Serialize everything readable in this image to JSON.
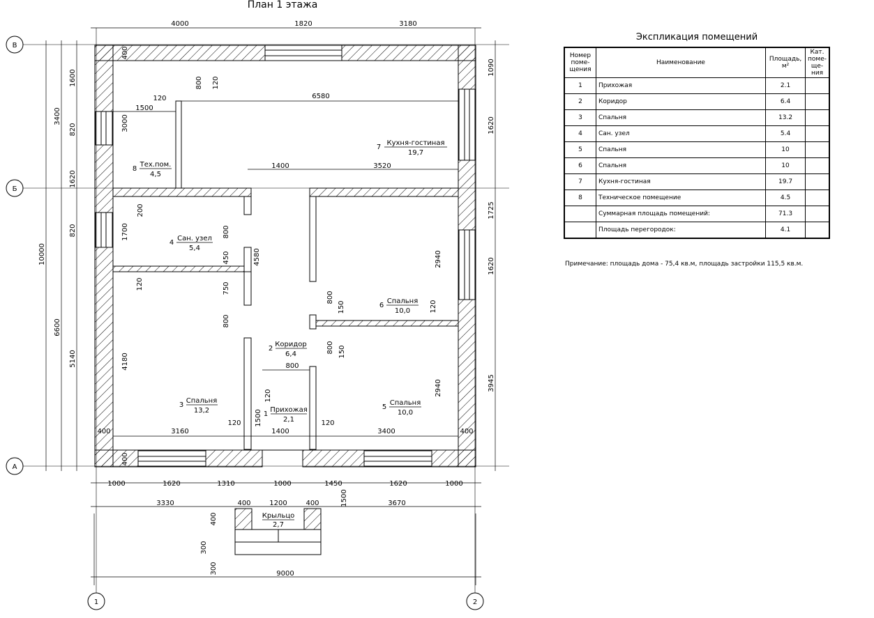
{
  "title": "План 1 этажа",
  "axes": {
    "letters": [
      "В",
      "Б",
      "А"
    ],
    "numbers": [
      "1",
      "2"
    ]
  },
  "dims_top": [
    "4000",
    "1820",
    "3180"
  ],
  "dims_bottom_row1": [
    "1000",
    "1620",
    "1310",
    "1000",
    "1450",
    "1620",
    "1000"
  ],
  "dims_bottom_row2": [
    "3330",
    "400",
    "1200",
    "400",
    "3670"
  ],
  "dim_total_bottom": "9000",
  "dims_left_outer": "10000",
  "dims_left_mid": [
    "3400",
    "6600"
  ],
  "dims_left_inner": [
    "1600",
    "820",
    "1620",
    "820",
    "5140"
  ],
  "dims_right": [
    "1090",
    "1620",
    "1725",
    "1620",
    "3945"
  ],
  "dims_interior": {
    "d6580": "6580",
    "d1500": "1500",
    "d120a": "120",
    "d3000": "3000",
    "d800a": "800",
    "d120b": "120",
    "d1400a": "1400",
    "d3520": "3520",
    "d200": "200",
    "d1700": "1700",
    "d800b": "800",
    "d450": "450",
    "d750": "750",
    "d800c": "800",
    "d4580": "4580",
    "d120c": "120",
    "d4180": "4180",
    "d2940a": "2940",
    "d800d": "800",
    "d150a": "150",
    "d120d": "120",
    "d800e": "800",
    "d150b": "150",
    "d800f": "800",
    "d2940b": "2940",
    "d120e": "120",
    "d1500b": "1500",
    "d120f": "120",
    "d120g": "120",
    "d400a": "400",
    "d3160": "3160",
    "d1400b": "1400",
    "d3400": "3400",
    "d400b": "400",
    "d400c": "400",
    "d400d": "400",
    "d1500c": "1500",
    "d400e": "400",
    "d300a": "300",
    "d300b": "300"
  },
  "rooms": [
    {
      "num": "7",
      "name": "Кухня-гостиная",
      "area": "19,7"
    },
    {
      "num": "8",
      "name": "Тех.пом.",
      "area": "4,5"
    },
    {
      "num": "4",
      "name": "Сан. узел",
      "area": "5,4"
    },
    {
      "num": "6",
      "name": "Спальня",
      "area": "10,0"
    },
    {
      "num": "2",
      "name": "Коридор",
      "area": "6,4"
    },
    {
      "num": "3",
      "name": "Спальня",
      "area": "13,2"
    },
    {
      "num": "1",
      "name": "Прихожая",
      "area": "2,1"
    },
    {
      "num": "5",
      "name": "Спальня",
      "area": "10,0"
    },
    {
      "num": "",
      "name": "Крыльцо",
      "area": "2,7"
    }
  ],
  "explication": {
    "title": "Экспликация помещений",
    "headers": [
      "Номер поме-щения",
      "Наименование",
      "Площадь, м²",
      "Кат. поме-ще-ния"
    ],
    "rows": [
      [
        "1",
        "Прихожая",
        "2.1"
      ],
      [
        "2",
        "Коридор",
        "6.4"
      ],
      [
        "3",
        "Спальня",
        "13.2"
      ],
      [
        "4",
        "Сан. узел",
        "5.4"
      ],
      [
        "5",
        "Спальня",
        "10"
      ],
      [
        "6",
        "Спальня",
        "10"
      ],
      [
        "7",
        "Кухня-гостиная",
        "19.7"
      ],
      [
        "8",
        "Техническое помещение",
        "4.5"
      ],
      [
        "",
        "Суммарная площадь помещений:",
        "71.3"
      ],
      [
        "",
        "Площадь перегородок:",
        "4.1"
      ]
    ]
  },
  "note": "Примечание: площадь дома - 75,4 кв.м, площадь застройки 115,5 кв.м."
}
